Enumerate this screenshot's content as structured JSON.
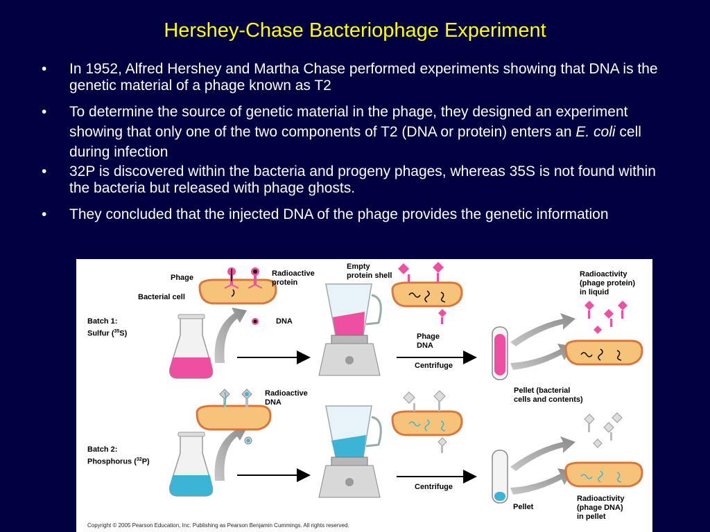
{
  "slide": {
    "title": "Hershey-Chase Bacteriophage Experiment",
    "bullets": [
      "In 1952, Alfred Hershey and Martha Chase performed experiments showing that DNA is the genetic material of a phage known as T2",
      "To determine the source of genetic material in the phage, they designed an experiment showing that only one of the two components of T2 (DNA or protein) enters an",
      "32P is discovered within the bacteria and progeny phages, whereas 35S is not found within the bacteria but released with phage ghosts.",
      "They concluded that the injected DNA of the phage provides the genetic information"
    ],
    "bullet2_italic": "E. coli",
    "bullet2_tail": " cell during infection",
    "bullet_marker": "•"
  },
  "figure": {
    "phage": "Phage",
    "bacterial_cell": "Bacterial cell",
    "radioactive_protein": "Radioactive\nprotein",
    "dna": "DNA",
    "empty_shell": "Empty\nprotein shell",
    "radioactivity_liquid": "Radioactivity\n(phage protein)\nin liquid",
    "batch1": "Batch 1:",
    "batch1_sulfur": "Sulfur (",
    "batch1_iso": "35",
    "batch1_el": "S)",
    "phage_dna": "Phage\nDNA",
    "centrifuge1": "Centrifuge",
    "radioactive_dna": "Radioactive\nDNA",
    "pellet_bacterial": "Pellet (bacterial\ncells and contents)",
    "batch2": "Batch 2:",
    "batch2_phos": "Phosphorus (",
    "batch2_iso": "32",
    "batch2_el": "P)",
    "centrifuge2": "Centrifuge",
    "pellet": "Pellet",
    "radioactivity_pellet": "Radioactivity\n(phage DNA)\nin pellet",
    "copyright": "Copyright © 2005 Pearson Education, Inc. Publishing as Pearson Benjamin Cummings. All rights reserved."
  },
  "colors": {
    "background": "#000040",
    "title": "#ffff00",
    "pink": "#ee4fa0",
    "blue": "#3bb4d6",
    "cell_fill": "#f6c37a",
    "cell_stroke": "#d9773a",
    "arrow_gray": "#a0a0a0"
  }
}
